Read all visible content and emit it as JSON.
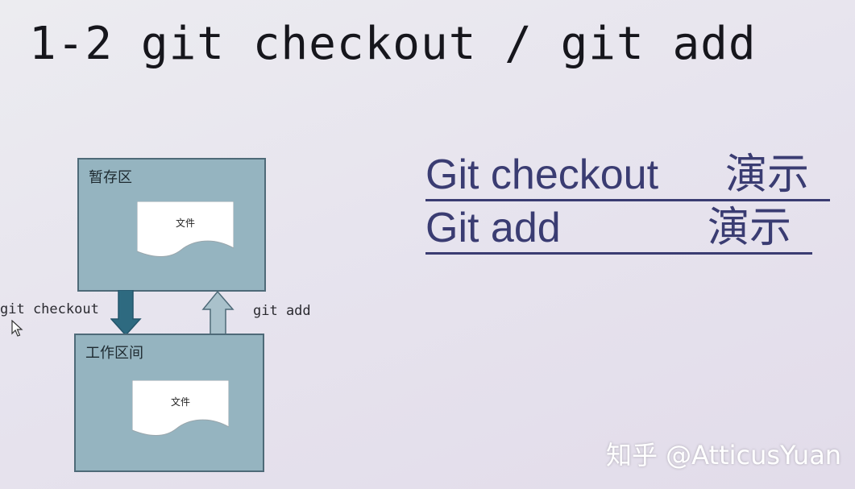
{
  "slide": {
    "title": "1-2 git checkout / git add"
  },
  "diagram": {
    "staging_area": {
      "label": "暂存区",
      "file_label": "文件"
    },
    "working_area": {
      "label": "工作区间",
      "file_label": "文件"
    },
    "checkout_command": "git checkout",
    "add_command": "git add"
  },
  "demos": [
    {
      "name": "Git checkout",
      "suffix": "演示"
    },
    {
      "name": "Git add",
      "suffix": "演示"
    }
  ],
  "watermark": "知乎 @AtticusYuan",
  "colors": {
    "area_fill": "#95b4c0",
    "area_border": "#4e6a78",
    "checkout_arrow": "#2e6a80",
    "add_arrow": "#a9c1cb",
    "link": "#3a3c72"
  },
  "icons": {
    "cursor": "mouse-pointer-icon",
    "file": "document-icon"
  }
}
